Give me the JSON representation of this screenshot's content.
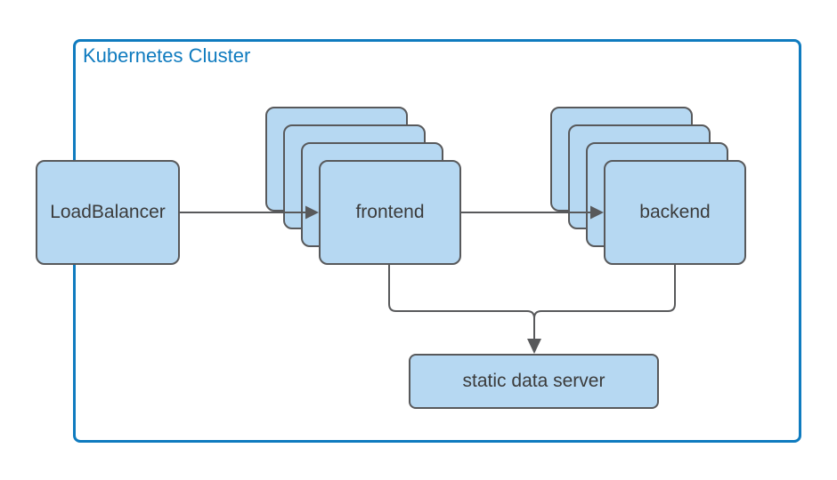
{
  "diagram": {
    "cluster": {
      "label": "Kubernetes Cluster"
    },
    "nodes": {
      "load_balancer": {
        "label": "LoadBalancer"
      },
      "frontend": {
        "label": "frontend",
        "replicas_shown": 4
      },
      "backend": {
        "label": "backend",
        "replicas_shown": 4
      },
      "static_data_server": {
        "label": "static data server"
      }
    },
    "edges": [
      {
        "from": "LoadBalancer",
        "to": "frontend",
        "arrow": true
      },
      {
        "from": "frontend",
        "to": "backend",
        "arrow": true
      },
      {
        "from": "frontend",
        "to": "static data server",
        "arrow": true
      },
      {
        "from": "backend",
        "to": "static data server",
        "arrow": true
      }
    ],
    "colors": {
      "node_fill": "#b6d8f2",
      "node_border": "#58595b",
      "cluster_border": "#0f7bbf",
      "label_text": "#3b3b3b",
      "connector": "#58595b",
      "background": "#ffffff"
    }
  }
}
